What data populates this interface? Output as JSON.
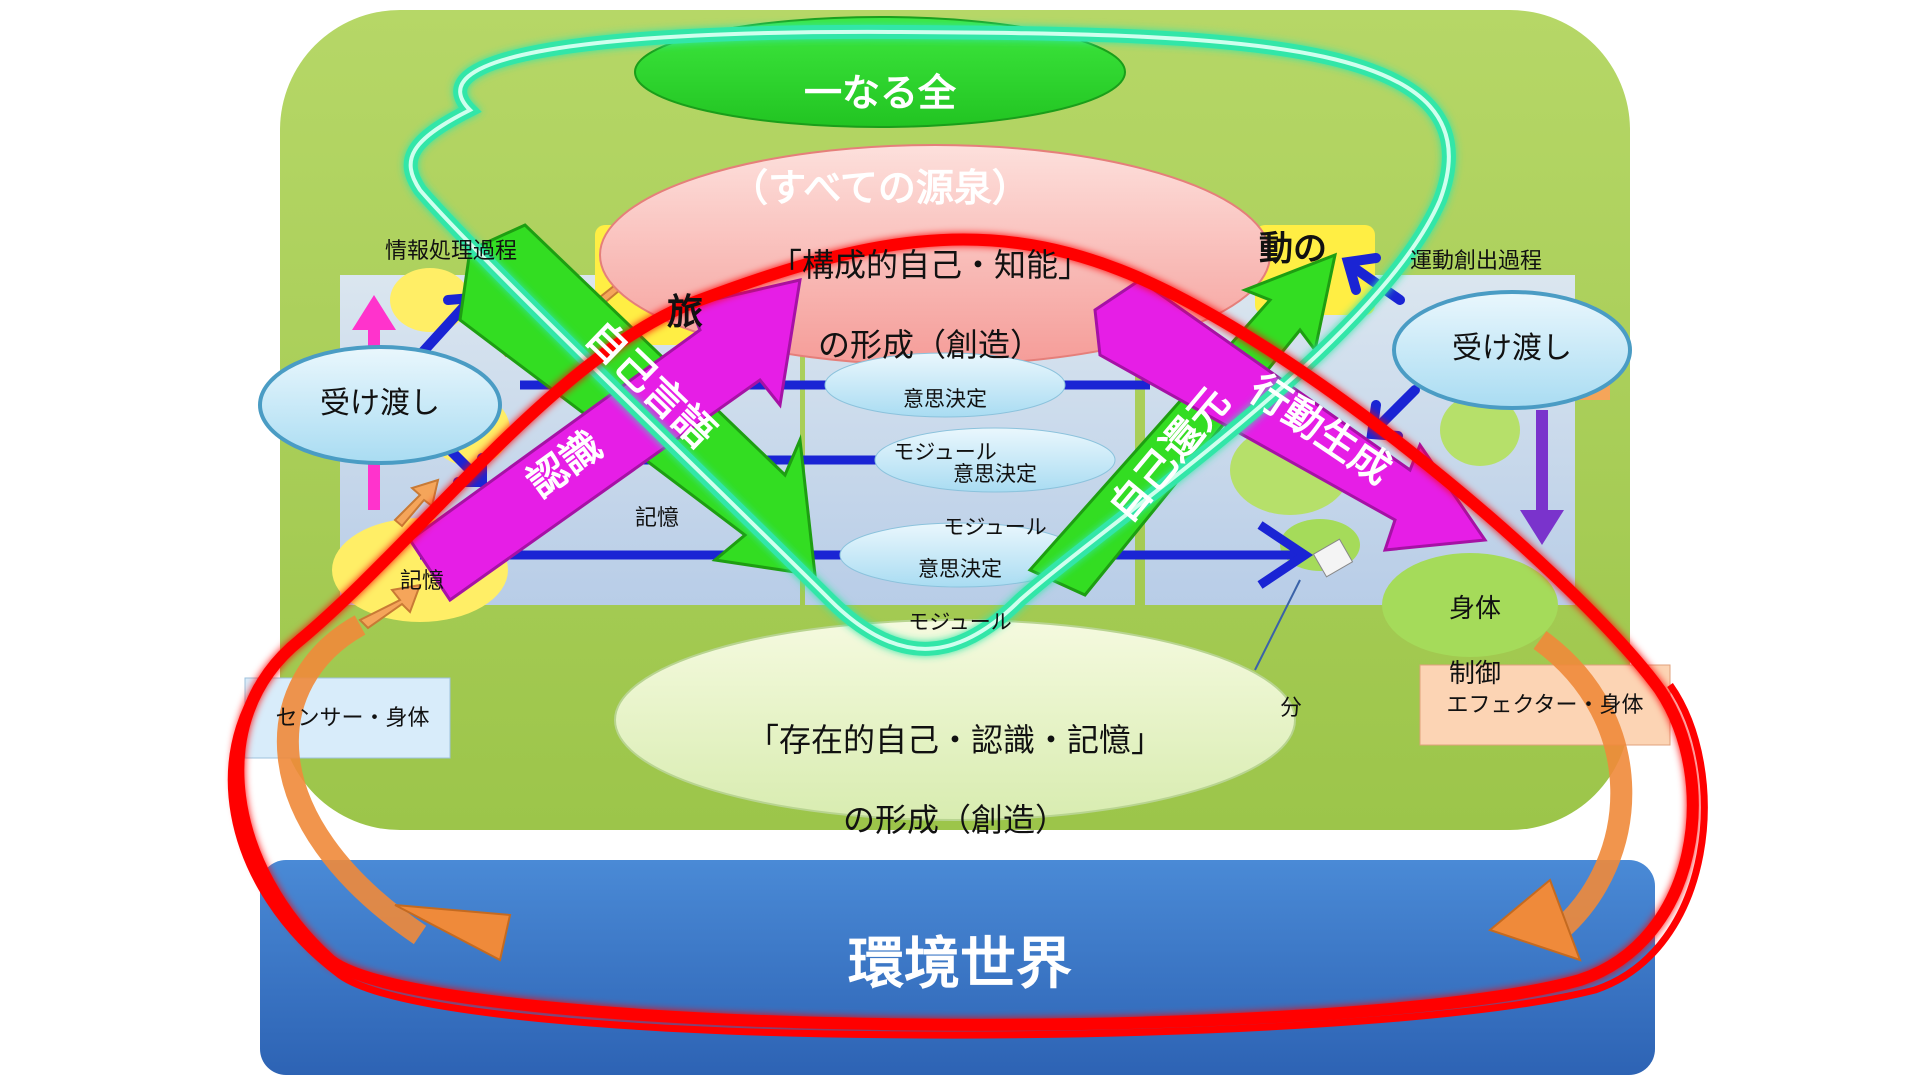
{
  "top_oval": {
    "line1": "一なる全",
    "line2": "（すべての源泉）"
  },
  "constructive_self": {
    "line1": "「構成的自己・知能」",
    "line2": "の形成（創造）"
  },
  "existential_self": {
    "line1": "「存在的自己・認識・記憶」",
    "line2": "の形成（創造）"
  },
  "handoff_left": "受け渡し",
  "handoff_right": "受け渡し",
  "info_process": "情報処理過程",
  "motion_process": "運動創出過程",
  "memory_label": "記憶",
  "memory_left": "記憶",
  "memory_partial": "分",
  "decision_module": {
    "line1": "意思決定",
    "line2": "モジュール"
  },
  "body_control": {
    "line1": "身体",
    "line2": "制御"
  },
  "sensor_body": "センサー・身体",
  "effector_body": "エフェクター・身体",
  "environment": "環境世界",
  "arrow_self_reflect": "自己言語",
  "arrow_recognition": "認識",
  "arrow_self_return": "自己還元",
  "arrow_motion_gen": "行動生成",
  "fragment_left": "旅",
  "fragment_right": "動の",
  "colors": {
    "green_bg": "#a7cd54",
    "blue_env": "#3a78cc",
    "red_loop": "#ff0000",
    "cyan_loop": "#33e6a8",
    "magenta": "#e61ee6",
    "green_arrow": "#33dd22"
  }
}
